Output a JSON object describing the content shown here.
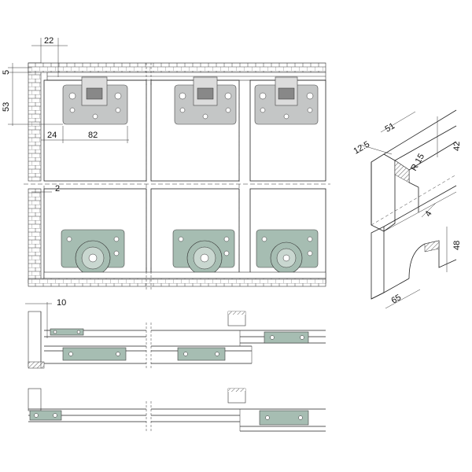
{
  "dimensions": {
    "d22": "22",
    "d5": "5",
    "d53": "53",
    "d24": "24",
    "d82": "82",
    "d2": "2",
    "d10": "10",
    "d51": "51",
    "d12_5": "12.5",
    "r15": "R 15",
    "d42": "42",
    "d4": "4",
    "d48": "48",
    "d65": "65"
  },
  "colors": {
    "fitting_grey": "#c4c6c6",
    "carriage_green": "#a6bdb2",
    "line": "#222222"
  }
}
